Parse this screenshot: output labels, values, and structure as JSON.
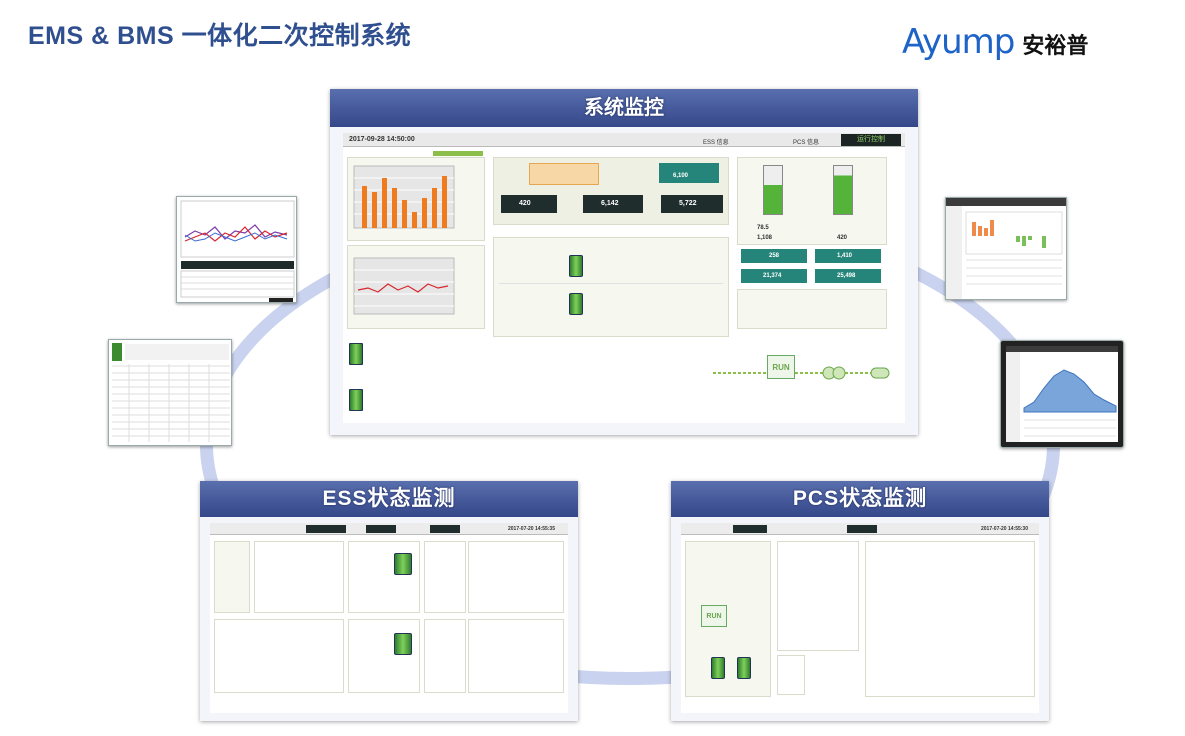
{
  "page": {
    "title": "EMS & BMS 一体化二次控制系统",
    "logo_en": "Ayump",
    "logo_cn": "安裕普"
  },
  "panels": {
    "system_monitor": {
      "title": "系统监控",
      "datetime": "2017-09-28 14:50:00",
      "tabs": [
        "ESS 信息",
        "PCS 信息"
      ],
      "button": "运行控制",
      "values": [
        "6,100",
        "420",
        "6,142",
        "5,722",
        "78.5",
        "1,108",
        "420",
        "258",
        "1,410",
        "21,374",
        "25,498"
      ],
      "run_label": "RUN"
    },
    "ess_monitor": {
      "title": "ESS状态监测",
      "datetime": "2017-07-20 14:55:35"
    },
    "pcs_monitor": {
      "title": "PCS状态监测",
      "datetime": "2017-07-20 14:55:30",
      "run_label": "RUN"
    }
  },
  "colors": {
    "title": "#2f4f8f",
    "logo": "#1e63c7",
    "panel_header": "#3f5497",
    "ring": "#c9d2ee",
    "accent_green": "#8cbf4a",
    "bar_orange": "#f07a1e"
  }
}
